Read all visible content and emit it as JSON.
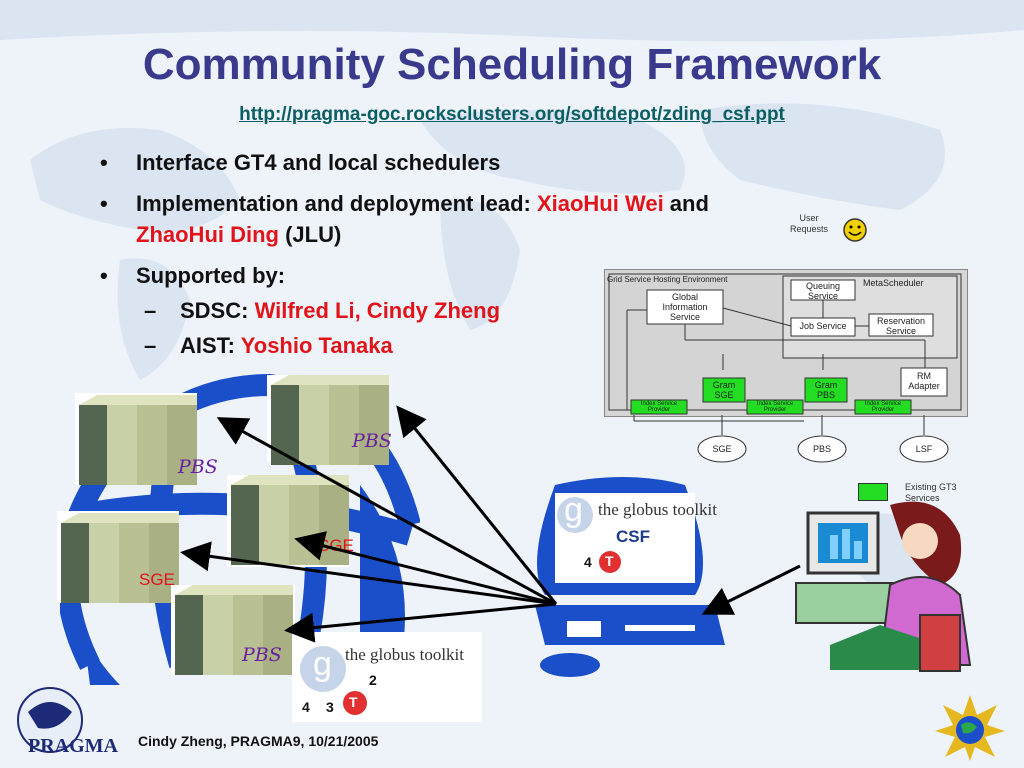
{
  "slide": {
    "title": "Community Scheduling Framework",
    "url": "http://pragma-goc.rocksclusters.org/softdepot/zding_csf.ppt"
  },
  "bullets": {
    "b1": "Interface GT4 and local schedulers",
    "b2_prefix": "Implementation and deployment lead: ",
    "b2_name1": "XiaoHui Wei",
    "b2_and": " and",
    "b2_name2": "ZhaoHui Ding",
    "b2_suffix": " (JLU)",
    "b3": "Supported by:",
    "sub1_label": "SDSC: ",
    "sub1_names": "Wilfred Li, Cindy Zheng",
    "sub2_label": "AIST: ",
    "sub2_names": "Yoshio Tanaka"
  },
  "diagram": {
    "user_requests": "User Requests",
    "hosting_env": "Grid Service Hosting Environment",
    "meta_scheduler": "MetaScheduler",
    "global_info": "Global Information Service",
    "queuing": "Queuing Service",
    "job_service": "Job Service",
    "reservation": "Reservation Service",
    "rm_adapter": "RM Adapter",
    "gram_sge": "Gram SGE",
    "gram_pbs": "Gram PBS",
    "index1": "Index Service Provider",
    "index2": "Index Service Provider",
    "index3": "Index Service Provider",
    "sge": "SGE",
    "pbs": "PBS",
    "lsf": "LSF",
    "existing": "Existing GT3 Services"
  },
  "illustration": {
    "pbs1": "PBS",
    "pbs2": "PBS",
    "pbs3": "PBS",
    "sge1": "SGE",
    "sge2": "SGE",
    "globus": "the globus toolkit",
    "globus_small": "the globus toolkit",
    "csf": "CSF",
    "num4a": "4",
    "num2": "2",
    "num4b": "4",
    "num3": "3",
    "g": "g",
    "t": "T"
  },
  "footer": {
    "credit": "Cindy Zheng, PRAGMA9, 10/21/2005",
    "logo": "PRAGMA"
  },
  "colors": {
    "title": "#3a3a8c",
    "url": "#0b5e63",
    "highlight": "#e1141a",
    "pbs": "#6a1fa0",
    "globe": "#1b4fc9"
  }
}
